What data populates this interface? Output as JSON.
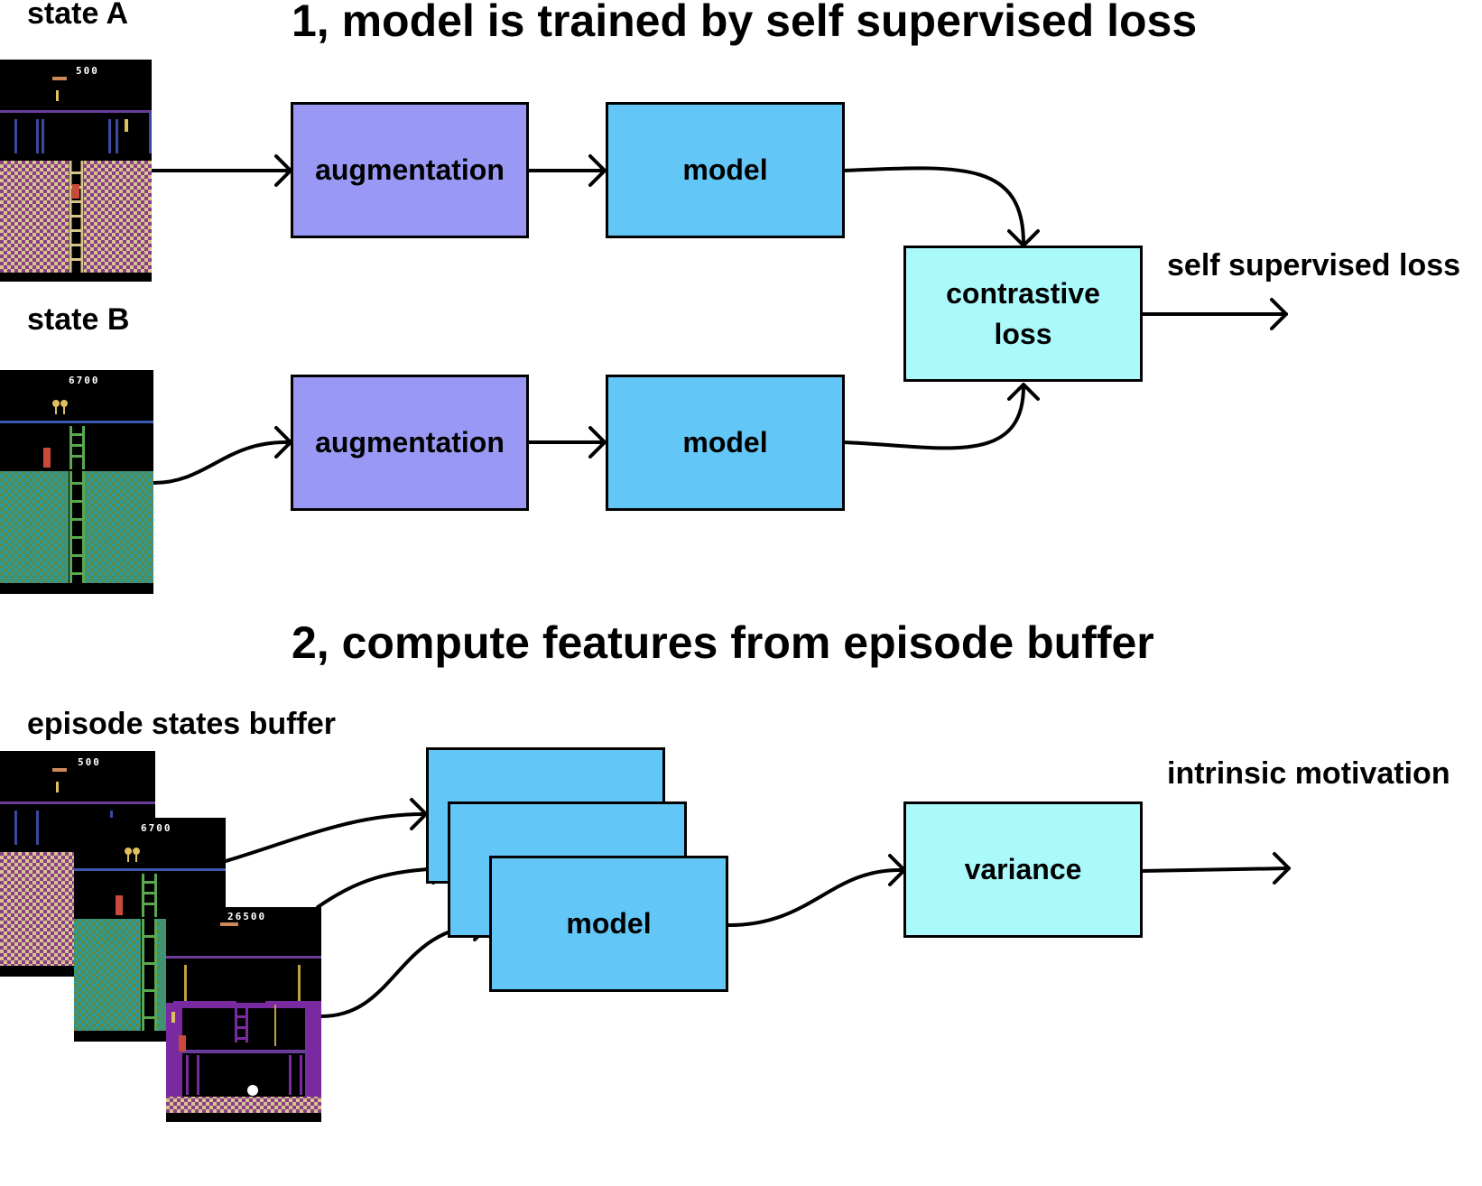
{
  "section1": {
    "title": "1, model is trained by self supervised loss",
    "state_a_label": "state A",
    "state_b_label": "state B",
    "state_a_score": "500",
    "state_b_score": "6700",
    "aug_top": "augmentation",
    "aug_bottom": "augmentation",
    "model_top": "model",
    "model_bottom": "model",
    "contrastive_line1": "contrastive",
    "contrastive_line2": "loss",
    "output_label": "self supervised loss"
  },
  "section2": {
    "title": "2, compute features from episode buffer",
    "buffer_label": "episode states buffer",
    "buffer_scores": [
      "500",
      "6700",
      "26500"
    ],
    "model_label": "model",
    "variance_label": "variance",
    "output_label": "intrinsic motivation"
  },
  "colors": {
    "augmentation": "#9999f5",
    "model": "#62c7f7",
    "loss_variance": "#aaf9fb"
  }
}
